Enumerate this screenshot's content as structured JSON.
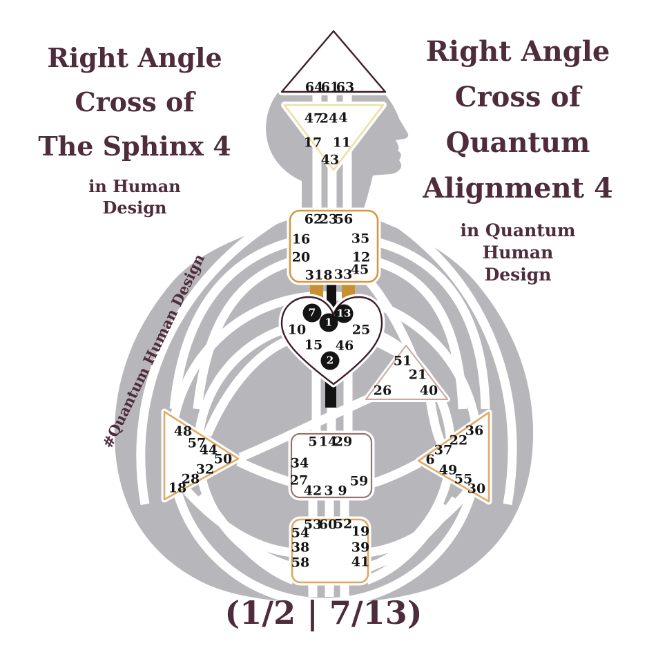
{
  "titles": {
    "left": {
      "lines": [
        "Right Angle",
        "Cross of",
        "The Sphinx 4"
      ],
      "subtitle_lines": [
        "in Human",
        "Design"
      ]
    },
    "right": {
      "lines": [
        "Right Angle",
        "Cross of",
        "Quantum",
        "Alignment 4"
      ],
      "subtitle_lines": [
        "in Quantum",
        "Human",
        "Design"
      ]
    }
  },
  "hashtag": "#Quantum Human Design",
  "profile": "(1/2 | 7/13)",
  "colors": {
    "title_text": "#4e2c3c",
    "body_silhouette": "#b7b7bb",
    "channel_white": "#ffffff",
    "gold_segment": "#c9902f",
    "black_segment": "#121212",
    "head_border": "#3d1d2b",
    "ajna_border": "#ece0a5",
    "throat_border": "#d8973f",
    "g_center_border": "#3d1d2b",
    "ego_border": "#c9a8a1",
    "spleen_border": "#e2a967",
    "solar_plexus_border": "#e2a967",
    "sacral_border": "#96736c",
    "root_border": "#e2a55c"
  },
  "centers": {
    "head": {
      "gates": [
        "64",
        "61",
        "63"
      ]
    },
    "ajna": {
      "gates": [
        "47",
        "24",
        "4",
        "17",
        "11",
        "43"
      ]
    },
    "throat": {
      "gates": [
        "62",
        "23",
        "56",
        "16",
        "35",
        "20",
        "12",
        "31",
        "8",
        "33",
        "45"
      ]
    },
    "g_center": {
      "gates": [
        "7",
        "1",
        "13",
        "10",
        "25",
        "15",
        "46",
        "2"
      ],
      "circled_gates": [
        "7",
        "1",
        "13",
        "2"
      ]
    },
    "ego": {
      "gates": [
        "51",
        "21",
        "26",
        "40"
      ]
    },
    "spleen": {
      "gates": [
        "48",
        "57",
        "44",
        "50",
        "32",
        "28",
        "18"
      ]
    },
    "solar_plexus": {
      "gates": [
        "36",
        "22",
        "37",
        "6",
        "49",
        "55",
        "30"
      ]
    },
    "sacral": {
      "gates": [
        "5",
        "14",
        "29",
        "34",
        "27",
        "59",
        "42",
        "3",
        "9"
      ]
    },
    "root": {
      "gates": [
        "53",
        "60",
        "52",
        "54",
        "19",
        "38",
        "39",
        "58",
        "41"
      ]
    }
  }
}
